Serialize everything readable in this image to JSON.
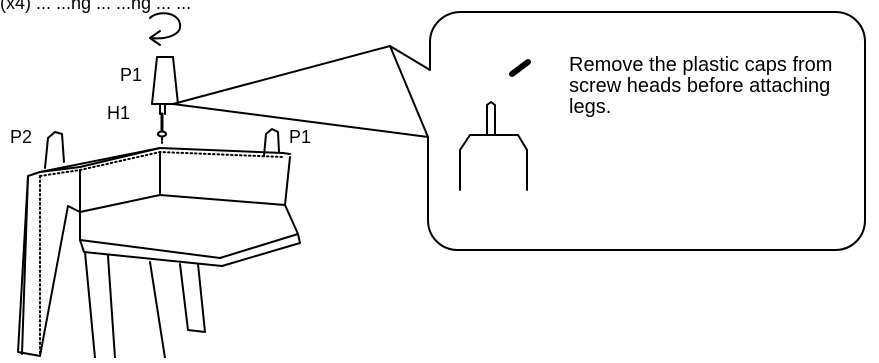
{
  "header": {
    "text": "(x4) ... ...ng ... ...ng ... ..."
  },
  "labels": {
    "p1_top": "P1",
    "h1": "H1",
    "p2": "P2",
    "p1_right": "P1"
  },
  "callout": {
    "text": "Remove the plastic caps from screw heads before attaching legs."
  }
}
